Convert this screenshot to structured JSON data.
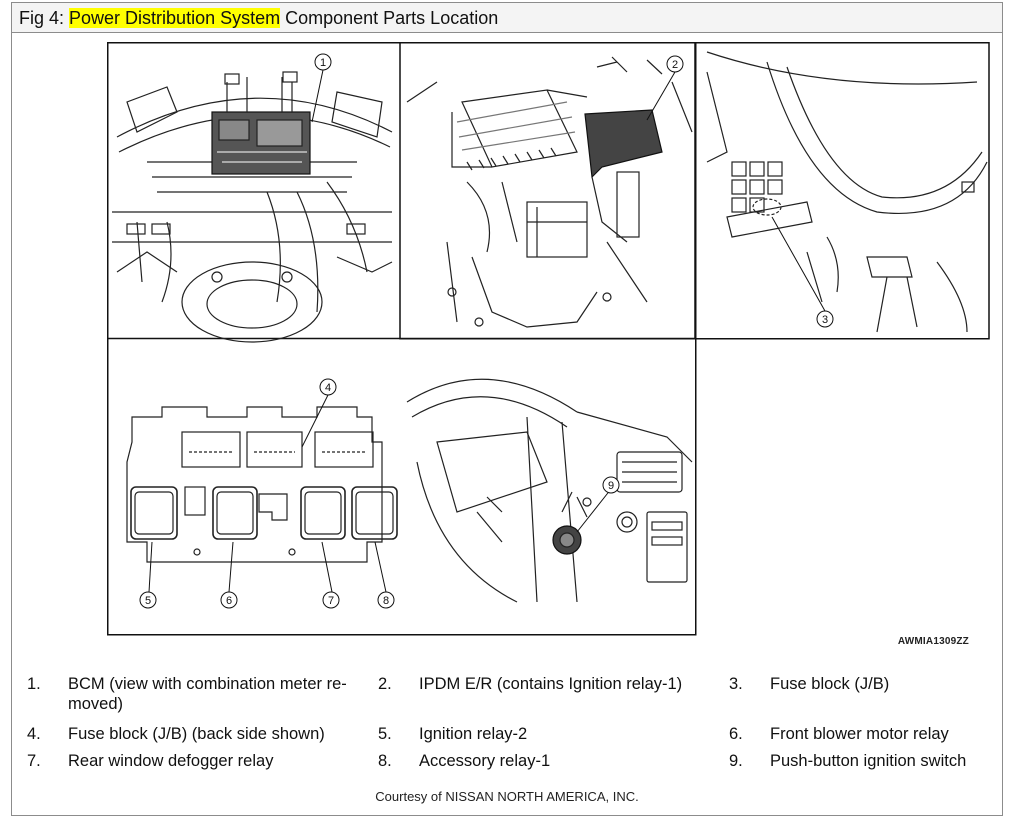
{
  "title": {
    "prefix": "Fig 4: ",
    "highlight": "Power Distribution System",
    "suffix": " Component Parts Location"
  },
  "callouts": [
    "1",
    "2",
    "3",
    "4",
    "5",
    "6",
    "7",
    "8",
    "9"
  ],
  "figure_code": "AWMIA1309ZZ",
  "legend": [
    {
      "num": "1.",
      "text": "BCM (view with combination meter re-",
      "text2": "moved)"
    },
    {
      "num": "2.",
      "text": "IPDM E/R (contains Ignition relay-1)"
    },
    {
      "num": "3.",
      "text": "Fuse block (J/B)"
    },
    {
      "num": "4.",
      "text": "Fuse block (J/B) (back side shown)"
    },
    {
      "num": "5.",
      "text": "Ignition relay-2"
    },
    {
      "num": "6.",
      "text": "Front blower motor relay"
    },
    {
      "num": "7.",
      "text": "Rear window defogger relay"
    },
    {
      "num": "8.",
      "text": "Accessory relay-1"
    },
    {
      "num": "9.",
      "text": "Push-button ignition switch"
    }
  ],
  "credit": "Courtesy of NISSAN NORTH AMERICA, INC."
}
